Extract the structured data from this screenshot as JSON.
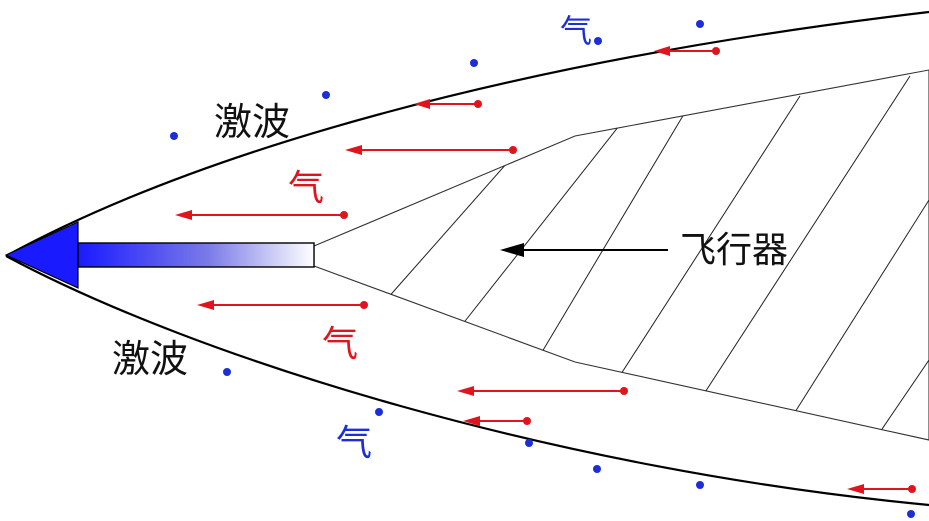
{
  "labels": {
    "shock_upper": "激波",
    "shock_lower": "激波",
    "aircraft": "飞行器",
    "gas_red_upper": "气",
    "gas_red_lower": "气",
    "gas_blue_top": "气",
    "gas_blue_bottom": "气"
  },
  "colors": {
    "shock_line": "#000000",
    "body_outline": "#333333",
    "hatch": "#222222",
    "gas_flow": "#e0141c",
    "gas_particle": "#1c2fd6",
    "tip_blue": "#1a1aff",
    "label_text": "#111111"
  }
}
